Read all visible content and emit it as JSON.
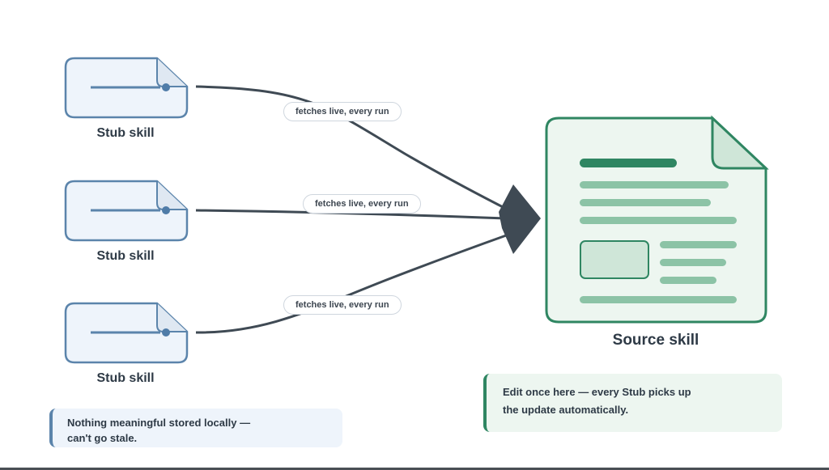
{
  "stubs": [
    {
      "label": "Stub skill"
    },
    {
      "label": "Stub skill"
    },
    {
      "label": "Stub skill"
    }
  ],
  "edges": [
    {
      "label": "fetches live, every run"
    },
    {
      "label": "fetches live, every run"
    },
    {
      "label": "fetches live, every run"
    }
  ],
  "source": {
    "label": "Source skill"
  },
  "notes": {
    "left": {
      "line1": "Nothing meaningful stored locally —",
      "line2": "can't go stale."
    },
    "right": {
      "line1": "Edit once here — every Stub picks up",
      "line2": "the update automatically."
    }
  },
  "colors": {
    "stub_fill": "#eef4fb",
    "stub_stroke": "#5b84ab",
    "source_fill": "#edf6f0",
    "source_stroke": "#2f8662",
    "connector": "#3f4a54"
  }
}
